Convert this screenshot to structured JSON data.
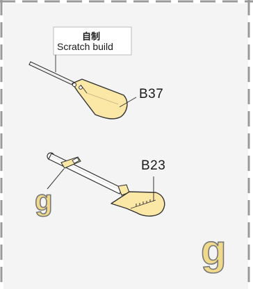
{
  "callout": {
    "title_cn": "自制",
    "title_en": "Scratch build"
  },
  "parts": {
    "upper_label": "B37",
    "lower_label": "B23"
  },
  "step_letters": {
    "inline": "g",
    "corner": "g"
  },
  "colors": {
    "panel": "#f4f4f4",
    "dash": "#9a9a9a",
    "part_fill": "#fbe7a6",
    "outline": "#333333",
    "letter_fill": "#f0d98a"
  }
}
